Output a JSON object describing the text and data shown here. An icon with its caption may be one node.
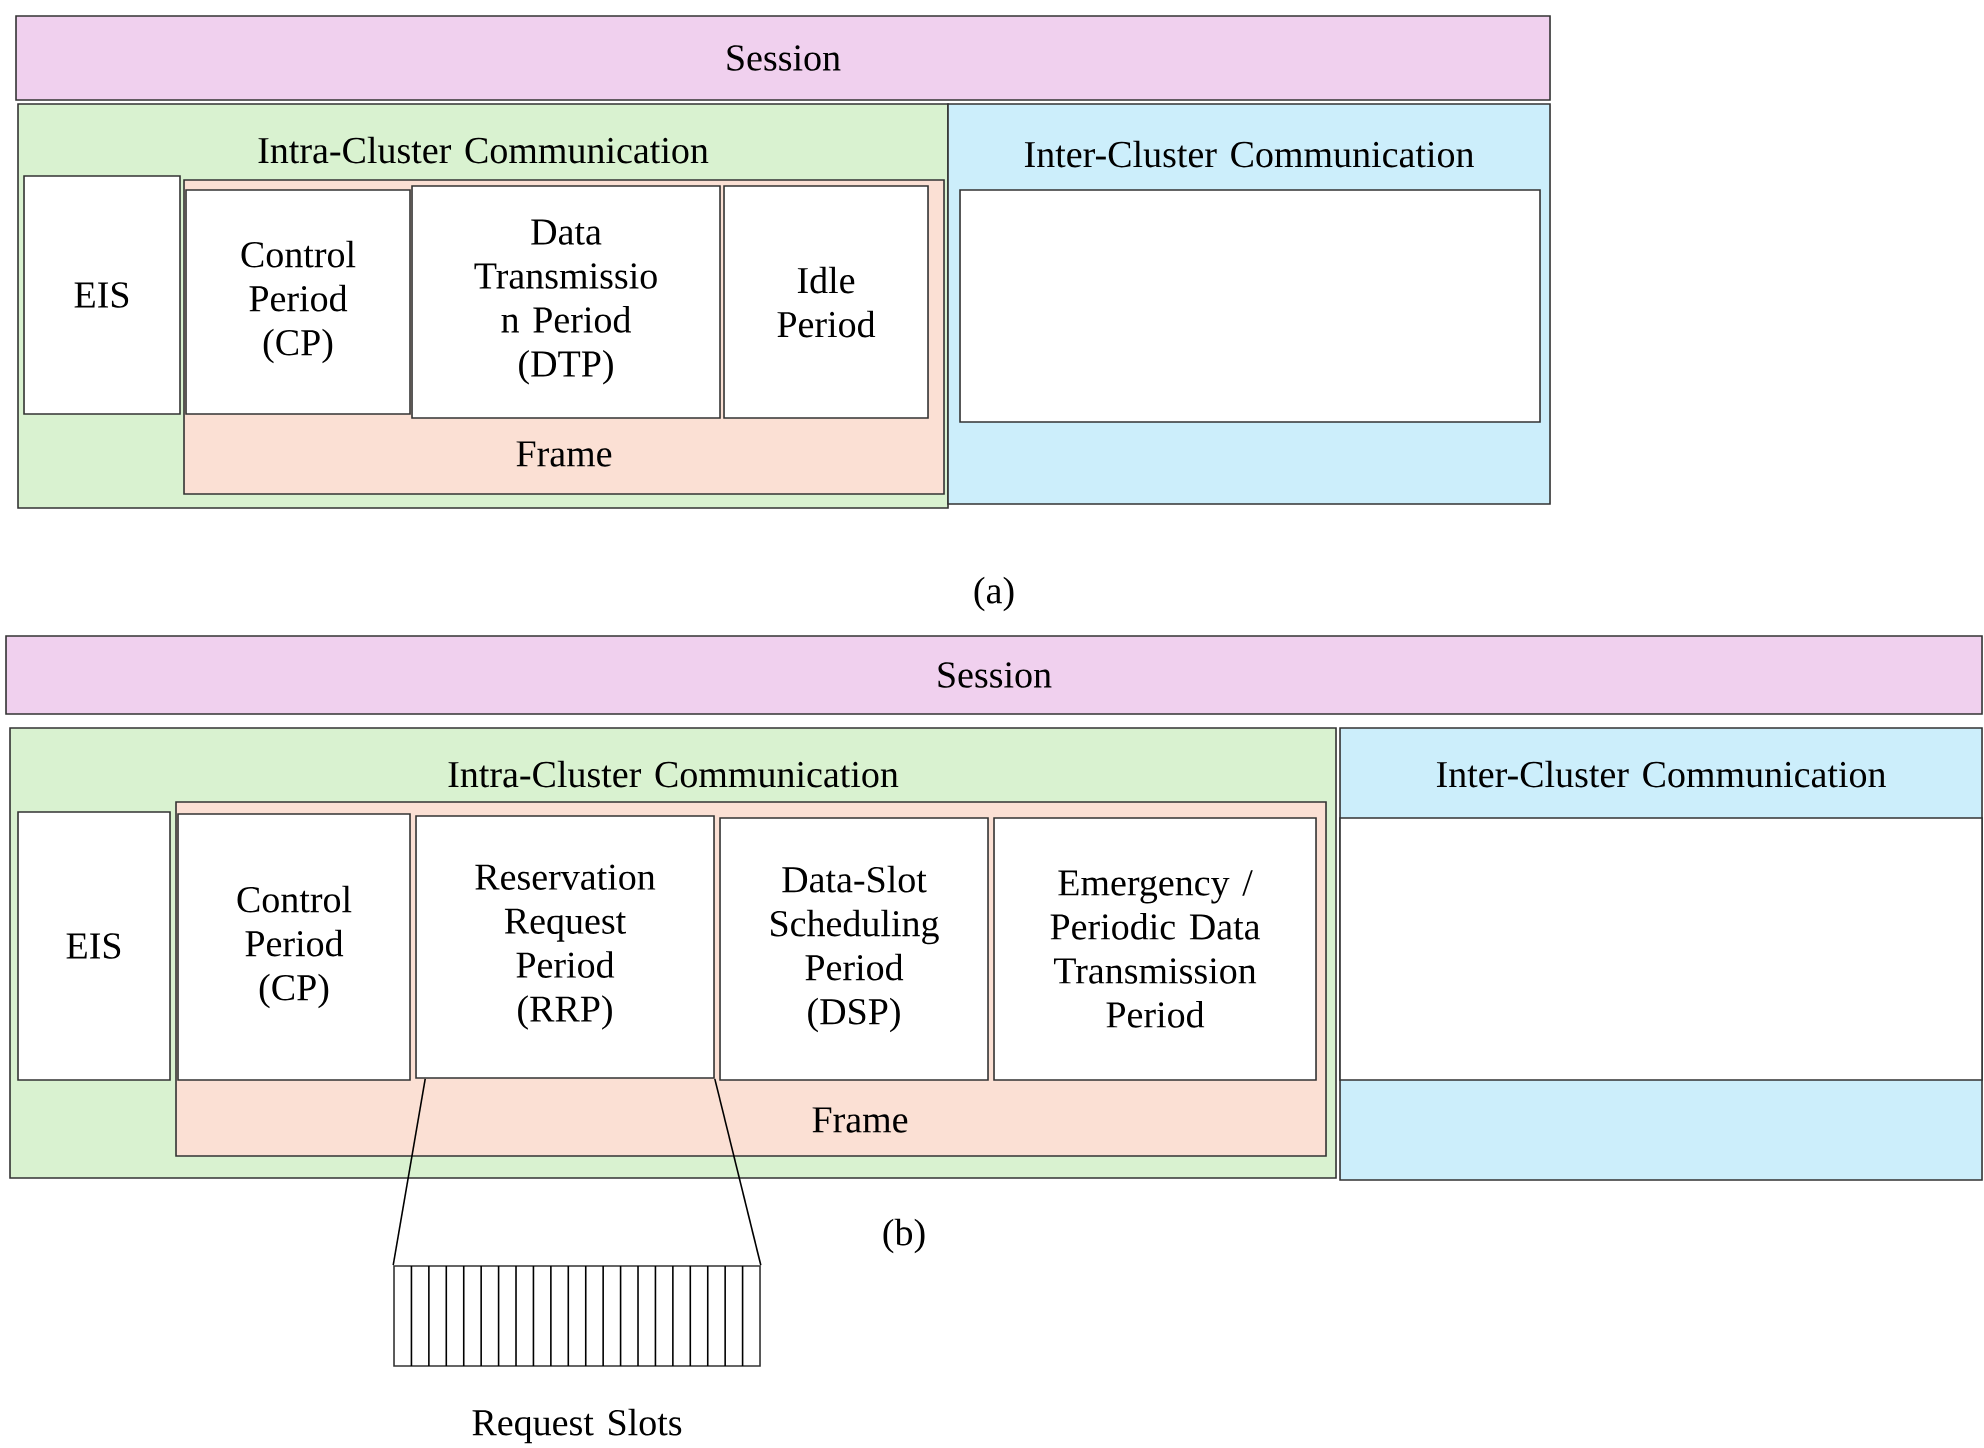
{
  "diagram": {
    "nodes": [
      {
        "text": [
          "Session"
        ]
      },
      {
        "text": [
          "Intra-Cluster Communication"
        ]
      },
      {
        "text": [
          "EIS"
        ],
        "in": 1
      },
      {
        "text": [
          "Frame"
        ],
        "in": 1
      },
      {
        "text": [
          "Control Period (CP)"
        ],
        "in": 3
      },
      {
        "text": [
          "Data Transmissio n Period (DTP)"
        ],
        "in": 3
      },
      {
        "text": [
          "Idle Period"
        ],
        "in": 3
      },
      {
        "text": [
          "Inter-Cluster Communication"
        ]
      },
      {
        "text": [],
        "shape": "box",
        "in": 7
      },
      {
        "text": [
          "Session"
        ]
      },
      {
        "text": [
          "Intra-Cluster Communication"
        ]
      },
      {
        "text": [
          "EIS"
        ],
        "in": 10
      },
      {
        "text": [
          "Frame"
        ],
        "in": 10
      },
      {
        "text": [
          "Control Period (CP)"
        ],
        "in": 12
      },
      {
        "text": [
          "Reservation Request Period (RRP)"
        ],
        "in": 12
      },
      {
        "text": [
          "Data-Slot Scheduling Period (DSP)"
        ],
        "in": 12
      },
      {
        "text": [
          "Emergency / Periodic Data Transmission Period"
        ],
        "in": 12
      },
      {
        "text": [
          "Inter-Cluster Communication"
        ]
      },
      {
        "text": [],
        "shape": "box",
        "in": 17
      },
      {
        "text": [
          "Request Slots"
        ]
      }
    ],
    "edges": [
      {
        "from": 14,
        "to": 19,
        "arrow": "none"
      },
      {
        "from": 14,
        "to": 19,
        "arrow": "none"
      }
    ],
    "labels": [
      "(a)",
      "(b)"
    ]
  }
}
